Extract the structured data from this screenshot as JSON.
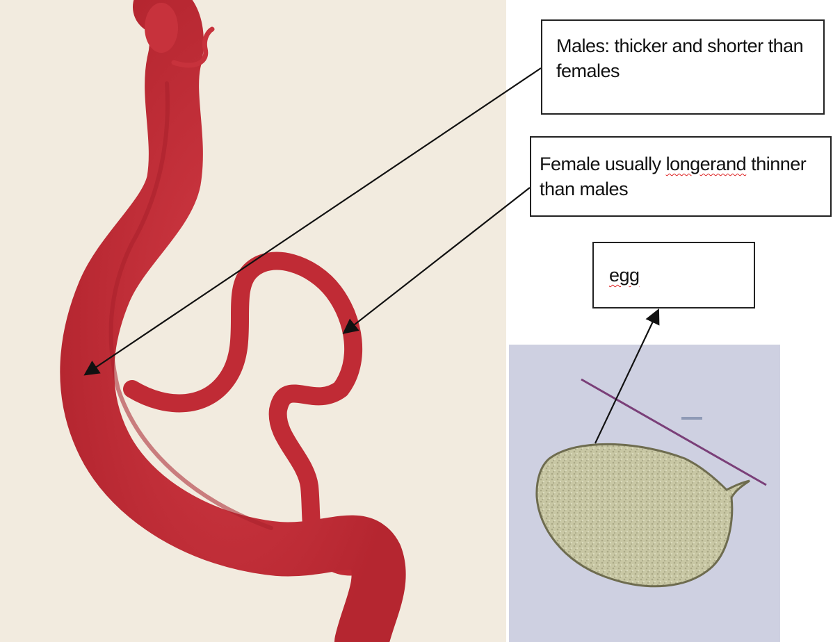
{
  "labels": {
    "males": {
      "line1": "Males: thicker and shorter than",
      "line2": "females"
    },
    "female": {
      "line1_prefix": "Female usually ",
      "line1_flagged": "longerand",
      "line1_suffix": " thinner",
      "line2": "than males"
    },
    "egg": {
      "text": "egg"
    }
  },
  "colors": {
    "worm": "#c7323c",
    "background_left": "#f2ebdf",
    "micrograph_bg": "#c9cbdf",
    "egg_fill": "#c9c8a6",
    "spellcheck": "#dd2222"
  }
}
